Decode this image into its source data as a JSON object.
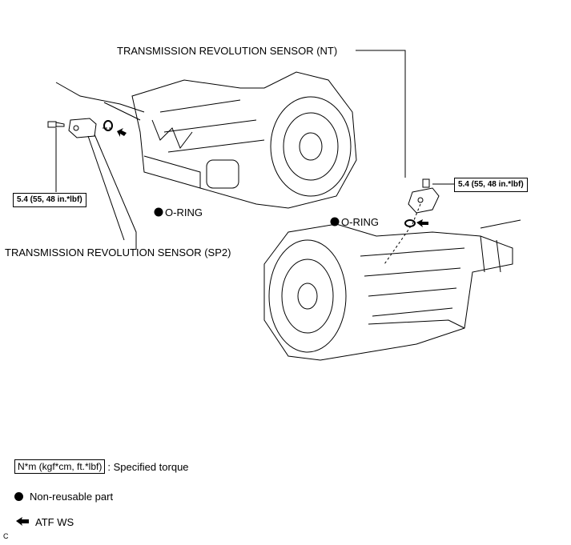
{
  "labels": {
    "sensor_nt": "TRANSMISSION REVOLUTION SENSOR (NT)",
    "sensor_sp2": "TRANSMISSION REVOLUTION SENSOR (SP2)",
    "oring_left": "O-RING",
    "oring_right": "O-RING"
  },
  "torque": {
    "left": "5.4 (55, 48 in.*lbf)",
    "right": "5.4 (55, 48 in.*lbf)"
  },
  "legend": {
    "torque_box": "N*m (kgf*cm, ft.*lbf)",
    "torque_desc": ": Specified torque",
    "nonreusable": "Non-reusable part",
    "atf": "ATF WS"
  },
  "corner_code": "C"
}
